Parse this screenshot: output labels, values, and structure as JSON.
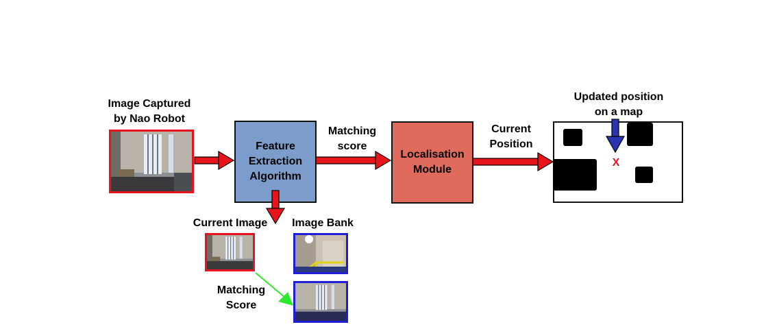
{
  "labels": {
    "captured": "Image Captured\nby Nao Robot",
    "feature_box": "Feature\nExtraction\nAlgorithm",
    "matching_score_top": "Matching\nscore",
    "localisation_box": "Localisation\nModule",
    "current_position": "Current\nPosition",
    "updated_position": "Updated position\non a map",
    "map_marker": "X",
    "current_image": "Current Image",
    "image_bank": "Image Bank",
    "matching_score_bottom": "Matching\nScore"
  },
  "colors": {
    "arrow_red": "#e8141b",
    "arrow_blue": "#2a33b0",
    "arrow_green": "#2ee82e",
    "feature_box": "#7c9ccb",
    "localisation_box": "#e06a5c",
    "photo_border_red": "#e8141b",
    "photo_border_blue": "#1e1ed6"
  },
  "icons": {
    "robot_photo": "photo-thumbnail",
    "map_obstacle": "black-square"
  }
}
